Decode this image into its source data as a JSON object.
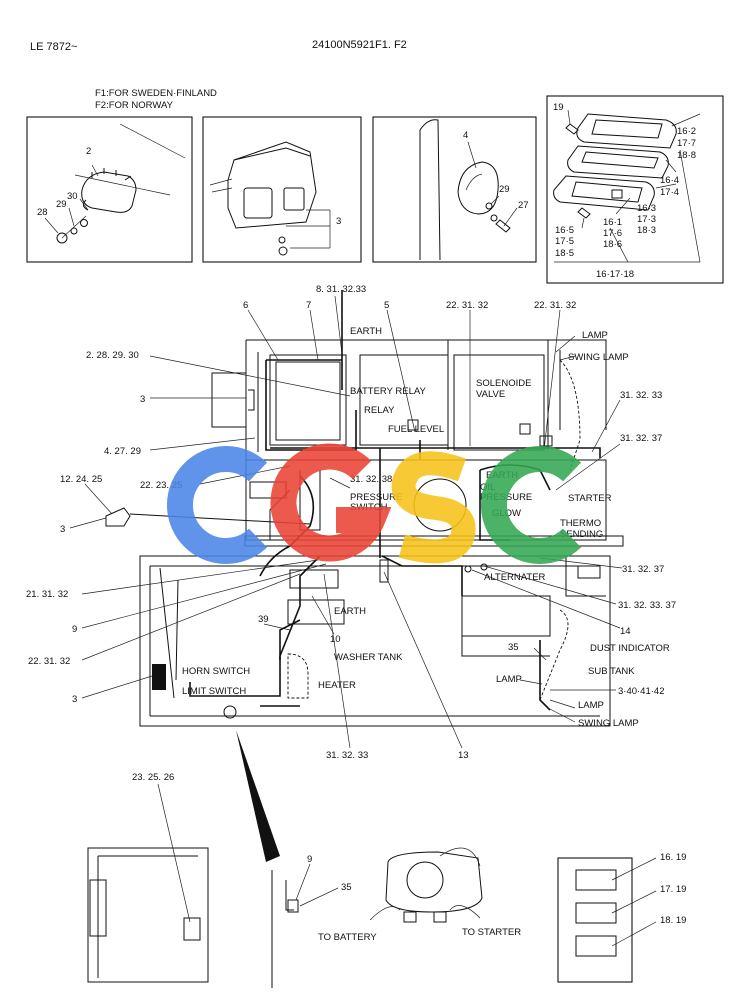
{
  "header": {
    "doc_code": "LE 7872~",
    "part_number": "24100N5921F1. F2"
  },
  "variants": {
    "f1": "F1:FOR SWEDEN·FINLAND",
    "f2": "F2:FOR NORWAY"
  },
  "detail_relay": {
    "l2": "2",
    "l30": "30",
    "l29": "29",
    "l28": "28"
  },
  "detail_light": {
    "l3": "3"
  },
  "detail_horn": {
    "l4": "4",
    "l29": "29",
    "l27": "27"
  },
  "detail_lens": {
    "l19": "19",
    "l16_2": "16·2",
    "l17_7": "17·7",
    "l18_8": "18·8",
    "l16_4": "16·4",
    "l17_4": "17·4",
    "l16_3": "16·3",
    "l17_3": "17·3",
    "l18_3": "18·3",
    "l16_1": "16·1",
    "l17_6": "17·6",
    "l18_6": "18·6",
    "l16_5": "16·5",
    "l17_5": "17·5",
    "l18_5": "18·5",
    "l_sum": "16·17·18"
  },
  "main": {
    "callouts": {
      "c8_31_32_33": "8. 31. 32.33",
      "c6": "6",
      "c7": "7",
      "c5": "5",
      "c22_31_32_a": "22. 31. 32",
      "c22_31_32_b": "22. 31. 32",
      "c2_28_29_30": "2. 28. 29. 30",
      "c3_a": "3",
      "c31_32_33_r": "31. 32. 33",
      "c4_27_29": "4. 27. 29",
      "c31_32_37_a": "31. 32. 37",
      "c22_23_25": "22. 23. 25",
      "c31_32_38": "31. 32. 38",
      "c12_24_25": "12. 24. 25",
      "c3_b": "3",
      "c31_32_37_b": "31. 32. 37",
      "c21_31_32": "21. 31. 32",
      "c31_32_33_37": "31. 32. 33. 37",
      "c9": "9",
      "c39": "39",
      "c10": "10",
      "c14": "14",
      "c22_31_32_c": "22. 31. 32",
      "c35": "35",
      "c3_c": "3",
      "c3_40_41_42": "3·40·41·42",
      "c31_32_33_b": "31. 32. 33",
      "c13": "13"
    },
    "labels": {
      "earth_top": "EARTH",
      "lamp_top": "LAMP",
      "swing_lamp_top": "SWING LAMP",
      "battery_relay": "BATTERY RELAY",
      "relay": "RELAY",
      "solenoide_valve_1": "SOLENOIDE",
      "solenoide_valve_2": "VALVE",
      "fuel_level": "FUEL LEVEL",
      "earth_right": "EARTH",
      "oil_pressure_1": "OIL",
      "oil_pressure_2": "PRESSURE",
      "starter": "STARTER",
      "glow": "GLOW",
      "pressure_switch_1": "PRESSURE",
      "pressure_switch_2": "SWITCH",
      "thermo_sending_1": "THERMO",
      "thermo_sending_2": "SENDING",
      "alternater": "ALTERNATER",
      "earth_mid": "EARTH",
      "washer_tank": "WASHER TANK",
      "dust_indicator": "DUST INDICATOR",
      "sub_tank": "SUB TANK",
      "lamp_bottom": "LAMP",
      "horn_switch": "HORN SWITCH",
      "heater": "HEATER",
      "limit_switch": "LIMIT SWITCH",
      "lamp_r": "LAMP",
      "swing_lamp_bottom": "SWING LAMP"
    }
  },
  "watermark": {
    "letters": [
      "C",
      "G",
      "S",
      "C"
    ],
    "colors": [
      "#4a86e8",
      "#ea4335",
      "#f7c31a",
      "#34a853"
    ]
  },
  "bottom": {
    "c23_25_26": "23. 25. 26",
    "c9": "9",
    "c35": "35",
    "to_battery": "TO BATTERY",
    "to_starter": "TO STARTER",
    "c16_19": "16. 19",
    "c17_19": "17. 19",
    "c18_19": "18. 19"
  }
}
